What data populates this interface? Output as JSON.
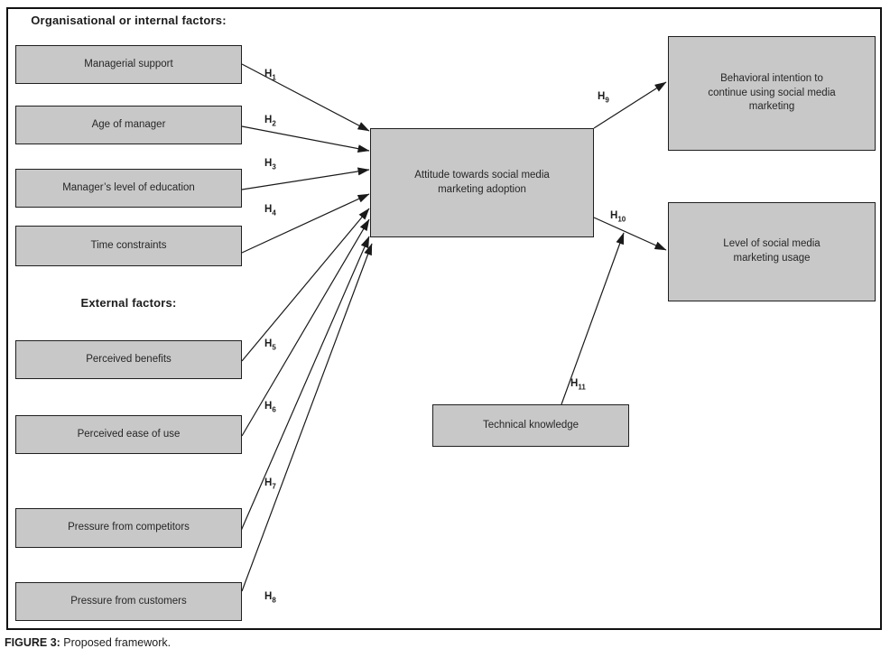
{
  "figure": {
    "caption_label": "FIGURE 3:",
    "caption_text": " Proposed framework."
  },
  "headings": {
    "internal": "Organisational or internal factors:",
    "external": "External factors:"
  },
  "boxes": {
    "managerial_support": "Managerial support",
    "age_of_manager": "Age of manager",
    "manager_education": "Manager’s level of education",
    "time_constraints": "Time constraints",
    "perceived_benefits": "Perceived benefits",
    "perceived_ease": "Perceived ease of use",
    "pressure_competitors": "Pressure from competitors",
    "pressure_customers": "Pressure from customers",
    "attitude": "Attitude towards social media marketing adoption",
    "behavioral_intention": "Behavioral intention to continue using social media marketing",
    "usage_level": "Level of social media marketing usage",
    "technical_knowledge": "Technical knowledge"
  },
  "hypotheses": [
    {
      "h": "H",
      "sub": "1"
    },
    {
      "h": "H",
      "sub": "2"
    },
    {
      "h": "H",
      "sub": "3"
    },
    {
      "h": "H",
      "sub": "4"
    },
    {
      "h": "H",
      "sub": "5"
    },
    {
      "h": "H",
      "sub": "6"
    },
    {
      "h": "H",
      "sub": "7"
    },
    {
      "h": "H",
      "sub": "8"
    },
    {
      "h": "H",
      "sub": "9"
    },
    {
      "h": "H",
      "sub": "10"
    },
    {
      "h": "H",
      "sub": "11"
    }
  ],
  "edges": [
    {
      "label": "H1",
      "from": "Managerial support",
      "to": "Attitude towards social media marketing adoption"
    },
    {
      "label": "H2",
      "from": "Age of manager",
      "to": "Attitude towards social media marketing adoption"
    },
    {
      "label": "H3",
      "from": "Manager’s level of education",
      "to": "Attitude towards social media marketing adoption"
    },
    {
      "label": "H4",
      "from": "Time constraints",
      "to": "Attitude towards social media marketing adoption"
    },
    {
      "label": "H5",
      "from": "Perceived benefits",
      "to": "Attitude towards social media marketing adoption"
    },
    {
      "label": "H6",
      "from": "Perceived ease of use",
      "to": "Attitude towards social media marketing adoption"
    },
    {
      "label": "H7",
      "from": "Pressure from competitors",
      "to": "Attitude towards social media marketing adoption"
    },
    {
      "label": "H8",
      "from": "Pressure from customers",
      "to": "Attitude towards social media marketing adoption"
    },
    {
      "label": "H9",
      "from": "Attitude towards social media marketing adoption",
      "to": "Behavioral intention to continue using social media marketing"
    },
    {
      "label": "H10",
      "from": "Attitude towards social media marketing adoption",
      "to": "Level of social media marketing usage"
    },
    {
      "label": "H11",
      "from": "Technical knowledge",
      "to": "H10 relationship (moderator)"
    }
  ],
  "colors": {
    "box_fill": "#c8c8c8",
    "box_border": "#1f1f1f",
    "arrow": "#1a1a1a",
    "background": "#ffffff"
  }
}
